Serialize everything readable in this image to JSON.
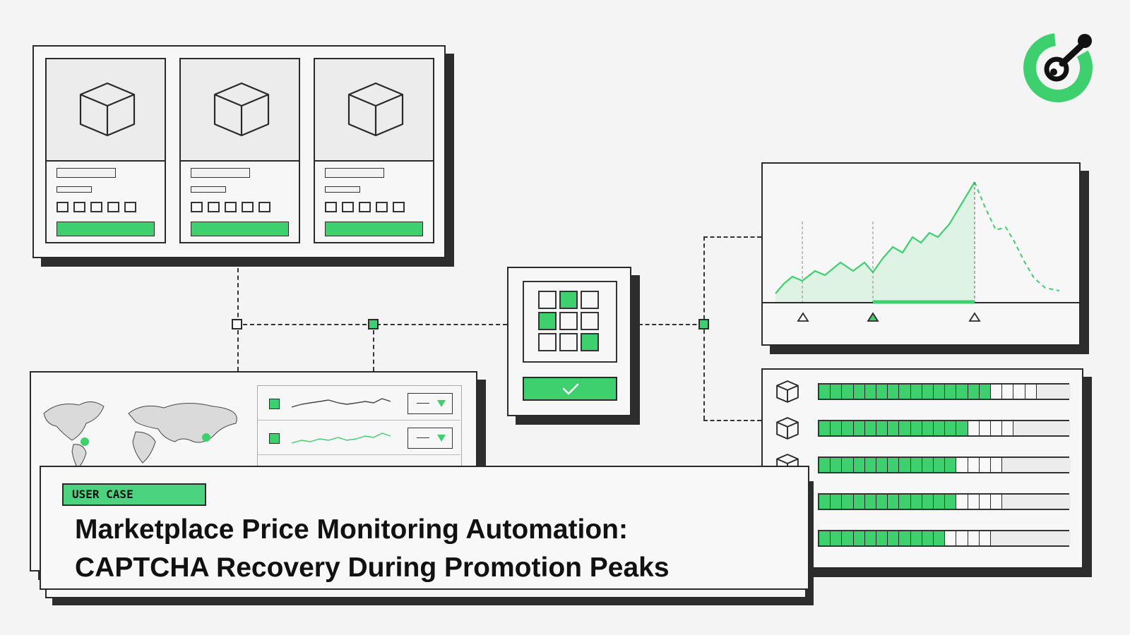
{
  "theme": {
    "accent": "#3ecf6e",
    "accent_light": "#dff3e5",
    "ink": "#2a2a2a",
    "background": "#f4f4f4"
  },
  "logo": {
    "icon": "brand-logo-icon"
  },
  "product_cards": [
    {
      "icon": "cube-icon"
    },
    {
      "icon": "cube-icon"
    },
    {
      "icon": "cube-icon"
    }
  ],
  "captcha": {
    "grid_selected": [
      false,
      true,
      false,
      true,
      false,
      false,
      false,
      false,
      true
    ],
    "confirm_icon": "checkmark-icon"
  },
  "price_chart": {
    "marker_icon": "triangle-icon",
    "highlighted_marker": 1
  },
  "stock_bars": {
    "icon": "cube-icon",
    "fill_fractions": [
      0.69,
      0.6,
      0.55,
      0.55,
      0.5
    ]
  },
  "region_table": {
    "map_icon": "world-map-icon",
    "dropdown_icon": "chevron-down-icon"
  },
  "banner": {
    "tag": "USER CASE",
    "title_line1": "Marketplace Price Monitoring Automation:",
    "title_line2": "CAPTCHA Recovery During Promotion Peaks"
  }
}
